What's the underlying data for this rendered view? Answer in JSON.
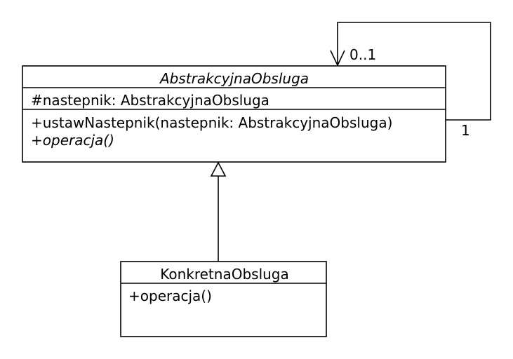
{
  "abstract_class": {
    "name": "AbstrakcyjnaObsluga",
    "attribute": "#nastepnik: AbstrakcyjnaObsluga",
    "operations": [
      "+ustawNastepnik(nastepnik: AbstrakcyjnaObsluga)",
      "+operacja()"
    ]
  },
  "concrete_class": {
    "name": "KonkretnaObsluga",
    "operations": [
      "+operacja()"
    ]
  },
  "self_association": {
    "target_multiplicity": "0..1",
    "source_multiplicity": "1"
  }
}
